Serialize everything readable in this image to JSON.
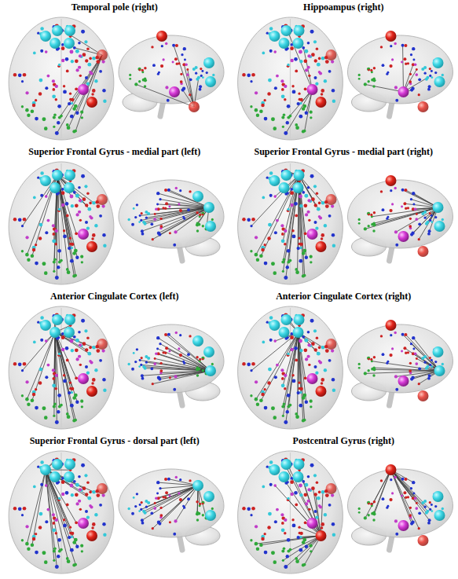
{
  "diagram": {
    "labels": [
      "Temporal pole (right)",
      "Hippoampus (right)",
      "Superior Frontal Gyrus - medial part (left)",
      "Superior Frontal Gyrus - medial part (right)",
      "Anterior Cingulate Cortex (left)",
      "Anterior Cingulate Cortex (right)",
      "Superior Frontal Gyrus - dorsal part (left)",
      "Postcentral Gyrus (right)"
    ]
  }
}
